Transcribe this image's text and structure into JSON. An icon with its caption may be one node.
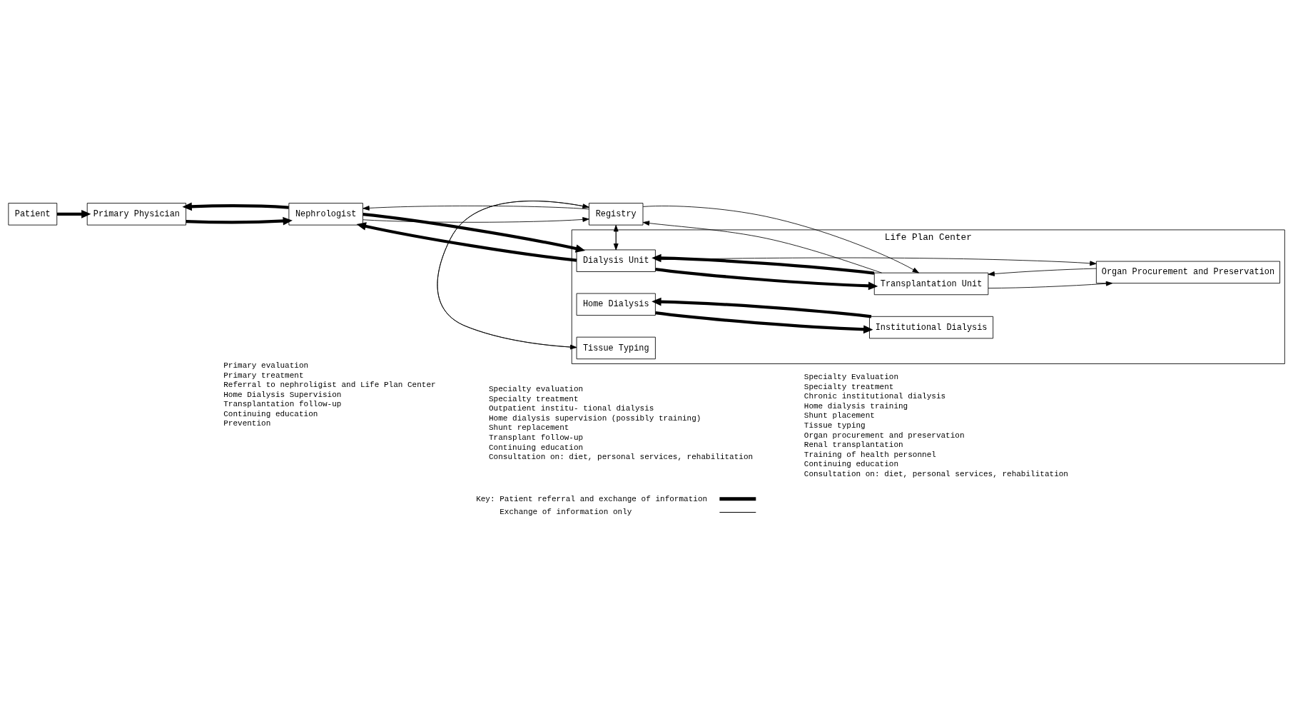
{
  "diagram": {
    "nodes": [
      {
        "text": [
          "Life Plan Center"
        ],
        "beside": [
          "Specialty Evaluation",
          "Specialty treatment",
          "Chronic institutional dialysis",
          "Home dialysis training",
          "Shunt placement",
          "Tissue typing",
          "Organ procurement and preservation",
          "Renal transplantation",
          "Training of health personnel",
          "Continuing education",
          "Consultation on: diet, personal services, rehabilitation"
        ]
      },
      {
        "text": [
          "Patient"
        ]
      },
      {
        "text": [
          "Primary Physician"
        ],
        "beside": [
          "Primary evaluation",
          "Primary treatment",
          "Referral to nephroligist and Life Plan Center",
          "Home Dialysis Supervision",
          "Transplantation follow-up",
          "Continuing education",
          "Prevention"
        ]
      },
      {
        "text": [
          "Nephrologist"
        ],
        "beside": [
          "Specialty evaluation",
          "Specialty treatment",
          "Outpatient institu- tional dialysis",
          "Home dialysis supervision (possibly training)",
          "Shunt replacement",
          "Transplant follow-up",
          "Continuing education",
          "Consultation on: diet, personal services, rehabilitation"
        ]
      },
      {
        "text": [
          "Registry"
        ]
      },
      {
        "text": [
          "Tissue Typing"
        ],
        "in": 0
      },
      {
        "text": [
          "Organ Procurement and Preservation"
        ],
        "in": 0
      },
      {
        "text": [
          "Dialysis Unit"
        ],
        "in": 0
      },
      {
        "text": [
          "Transplantation Unit"
        ],
        "in": 0
      },
      {
        "text": [
          "Home Dialysis"
        ],
        "in": 0
      },
      {
        "text": [
          "Institutional Dialysis"
        ],
        "in": 0
      }
    ],
    "edges": [
      {
        "from": 1,
        "to": 2,
        "arrow": "to",
        "style": "thick"
      },
      {
        "from": 2,
        "to": 3,
        "arrow": "to",
        "style": "thick"
      },
      {
        "from": 3,
        "to": 2,
        "arrow": "to",
        "style": "thick"
      },
      {
        "from": 3,
        "to": 4,
        "arrow": "to"
      },
      {
        "from": 4,
        "to": 3,
        "arrow": "to"
      },
      {
        "from": 3,
        "to": 7,
        "arrow": "to",
        "style": "thick"
      },
      {
        "from": 7,
        "to": 3,
        "arrow": "to",
        "style": "thick"
      },
      {
        "from": 7,
        "to": 4,
        "arrow": "to"
      },
      {
        "from": 4,
        "to": 7,
        "arrow": "to"
      },
      {
        "from": 4,
        "to": 5,
        "arrow": "to"
      },
      {
        "from": 5,
        "to": 4,
        "arrow": "to"
      },
      {
        "from": 7,
        "to": 6,
        "arrow": "to"
      },
      {
        "from": 8,
        "to": 6,
        "arrow": "to"
      },
      {
        "from": 6,
        "to": 8,
        "arrow": "to"
      },
      {
        "from": 4,
        "to": 8,
        "arrow": "to"
      },
      {
        "from": 8,
        "to": 4,
        "arrow": "to"
      },
      {
        "from": 7,
        "to": 8,
        "arrow": "to",
        "style": "thick"
      },
      {
        "from": 8,
        "to": 7,
        "arrow": "to",
        "style": "thick"
      },
      {
        "from": 9,
        "to": 10,
        "arrow": "to",
        "style": "thick"
      },
      {
        "from": 10,
        "to": 9,
        "arrow": "to",
        "style": "thick"
      }
    ],
    "labels": [
      "Key:"
    ],
    "legend": [
      {
        "text": "Patient referral and exchange of information"
      },
      {
        "text": "Exchange of information only"
      }
    ]
  }
}
